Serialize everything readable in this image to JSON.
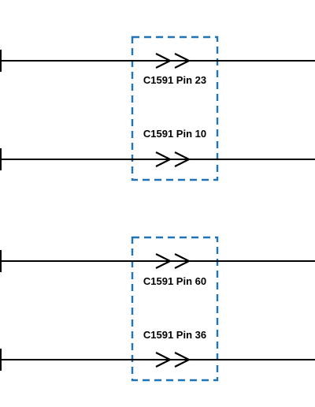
{
  "colors": {
    "wire": "#000000",
    "connector_box": "#1f73b7",
    "label_background": "#ffffff"
  },
  "connectors": [
    {
      "id": "group-1",
      "pins": [
        {
          "label": "C1591 Pin 23",
          "symbol": "connector-chevron-icon"
        },
        {
          "label": "C1591 Pin 10",
          "symbol": "connector-chevron-icon"
        }
      ]
    },
    {
      "id": "group-2",
      "pins": [
        {
          "label": "C1591 Pin 60",
          "symbol": "connector-chevron-icon"
        },
        {
          "label": "C1591 Pin 36",
          "symbol": "connector-chevron-icon"
        }
      ]
    }
  ]
}
